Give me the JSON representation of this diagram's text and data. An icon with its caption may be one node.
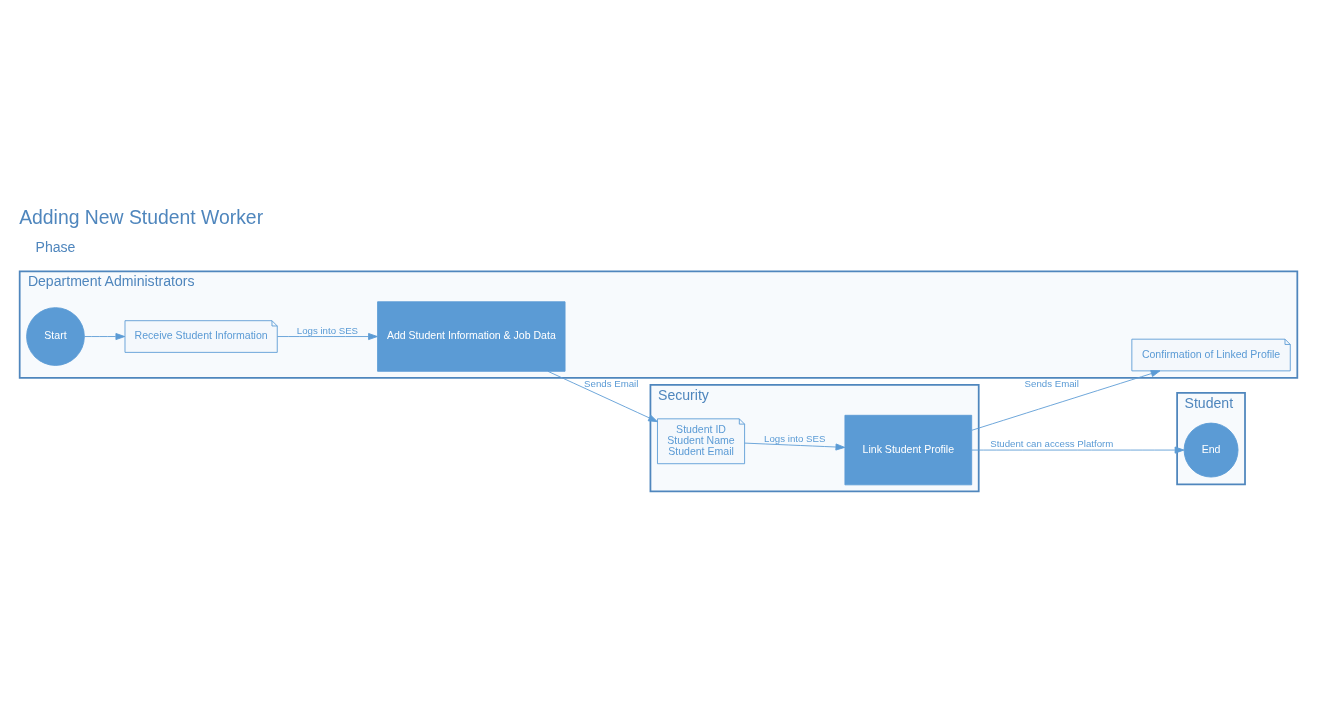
{
  "diagram": {
    "title": "Adding New Student Worker",
    "nodes": [
      {
        "text": [
          "Department Administrators"
        ]
      },
      {
        "text": [
          "Start"
        ],
        "in": 0
      },
      {
        "text": [
          "Receive Student Information"
        ],
        "in": 0
      },
      {
        "text": [
          "Add Student Information & Job Data"
        ],
        "in": 0
      },
      {
        "text": [
          "Confirmation of Linked Profile"
        ],
        "in": 0
      },
      {
        "text": [
          "Security"
        ]
      },
      {
        "text": [
          "Student ID",
          "Student Name",
          "Student Email"
        ],
        "in": 5
      },
      {
        "text": [
          "Link Student Profile"
        ],
        "in": 5
      },
      {
        "text": [
          "Student"
        ]
      },
      {
        "text": [
          "End"
        ],
        "in": 8
      }
    ],
    "edges": [
      {
        "from": 1,
        "to": 2,
        "arrow": "to"
      },
      {
        "from": 2,
        "to": 3,
        "arrow": "to",
        "label": "Logs into SES"
      },
      {
        "from": 3,
        "to": 6,
        "arrow": "to",
        "label": "Sends Email"
      },
      {
        "from": 6,
        "to": 7,
        "arrow": "to",
        "label": "Logs into SES"
      },
      {
        "from": 7,
        "to": 4,
        "arrow": "to",
        "label": "Sends Email"
      },
      {
        "from": 7,
        "to": 9,
        "arrow": "to",
        "label": "Student can access Platform"
      }
    ],
    "labels": [
      "Phase"
    ]
  }
}
